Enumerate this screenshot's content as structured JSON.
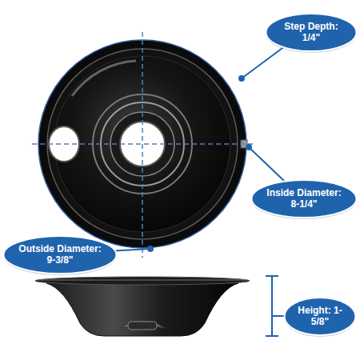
{
  "diagram": {
    "nodes": [
      {
        "text": [
          "Step Depth: 1/4\""
        ]
      },
      {
        "text": [
          "Inside Diameter: 8-1/4\""
        ]
      },
      {
        "text": [
          "Outside Diameter: 9-3/8\""
        ]
      },
      {
        "text": [
          "Height: 1-5/8\""
        ]
      }
    ]
  }
}
